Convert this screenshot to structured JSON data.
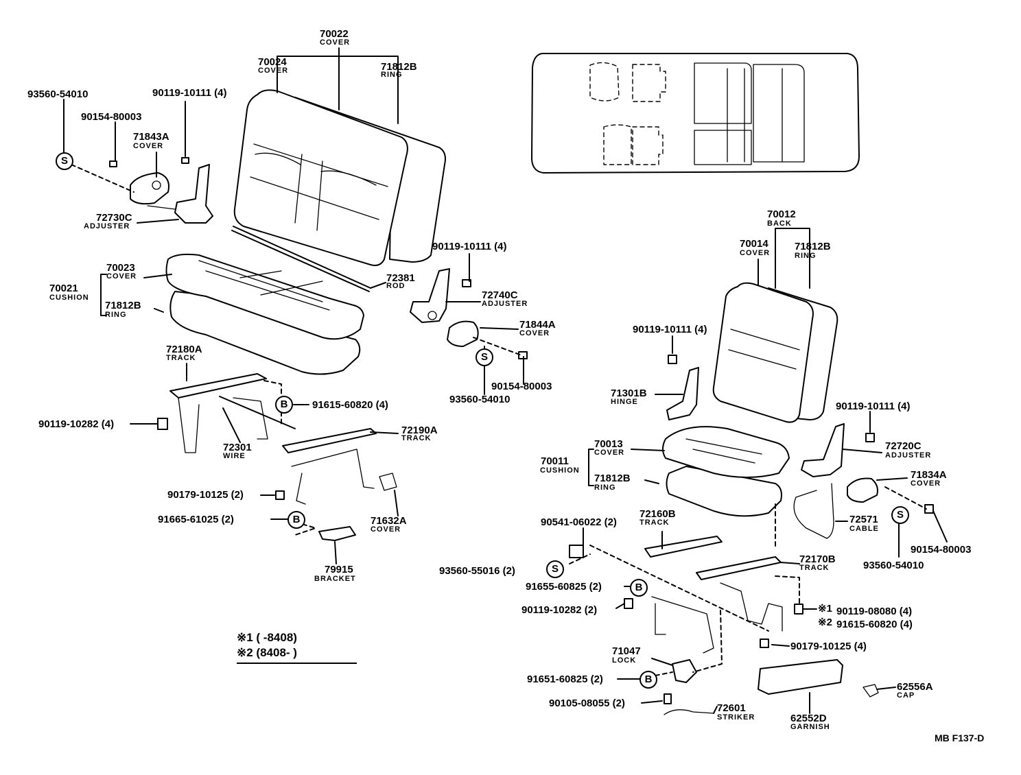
{
  "parts": [
    {
      "key": "p70022",
      "number": "70022",
      "name": "COVER"
    },
    {
      "key": "p70024",
      "number": "70024",
      "name": "COVER"
    },
    {
      "key": "p71812b_1",
      "number": "71812B",
      "name": "RING"
    },
    {
      "key": "p93560_54010_1",
      "number": "93560-54010",
      "name": ""
    },
    {
      "key": "p90154_80003_1",
      "number": "90154-80003",
      "name": ""
    },
    {
      "key": "p90119_10111_1",
      "number": "90119-10111 (4)",
      "name": ""
    },
    {
      "key": "p71843a",
      "number": "71843A",
      "name": "COVER"
    },
    {
      "key": "p72730c",
      "number": "72730C",
      "name": "ADJUSTER"
    },
    {
      "key": "p70023",
      "number": "70023",
      "name": "COVER"
    },
    {
      "key": "p70021",
      "number": "70021",
      "name": "CUSHION"
    },
    {
      "key": "p71812b_2",
      "number": "71812B",
      "name": "RING"
    },
    {
      "key": "p72381",
      "number": "72381",
      "name": "ROD"
    },
    {
      "key": "p90119_10111_2",
      "number": "90119-10111 (4)",
      "name": ""
    },
    {
      "key": "p72740c",
      "number": "72740C",
      "name": "ADJUSTER"
    },
    {
      "key": "p71844a",
      "number": "71844A",
      "name": "COVER"
    },
    {
      "key": "p90154_80003_2",
      "number": "90154-80003",
      "name": ""
    },
    {
      "key": "p93560_54010_2",
      "number": "93560-54010",
      "name": ""
    },
    {
      "key": "p72180a",
      "number": "72180A",
      "name": "TRACK"
    },
    {
      "key": "p91615_60820_1",
      "number": "91615-60820 (4)",
      "name": ""
    },
    {
      "key": "p90119_10282_1",
      "number": "90119-10282 (4)",
      "name": ""
    },
    {
      "key": "p72301",
      "number": "72301",
      "name": "WIRE"
    },
    {
      "key": "p72190a",
      "number": "72190A",
      "name": "TRACK"
    },
    {
      "key": "p90179_10125_1",
      "number": "90179-10125 (2)",
      "name": ""
    },
    {
      "key": "p91665_61025",
      "number": "91665-61025 (2)",
      "name": ""
    },
    {
      "key": "p71632a",
      "number": "71632A",
      "name": "COVER"
    },
    {
      "key": "p79915",
      "number": "79915",
      "name": "BRACKET"
    },
    {
      "key": "p70012",
      "number": "70012",
      "name": "BACK"
    },
    {
      "key": "p70014",
      "number": "70014",
      "name": "COVER"
    },
    {
      "key": "p71812b_3",
      "number": "71812B",
      "name": "RING"
    },
    {
      "key": "p90119_10111_3",
      "number": "90119-10111 (4)",
      "name": ""
    },
    {
      "key": "p71301b",
      "number": "71301B",
      "name": "HINGE"
    },
    {
      "key": "p90119_10111_4",
      "number": "90119-10111 (4)",
      "name": ""
    },
    {
      "key": "p72720c",
      "number": "72720C",
      "name": "ADJUSTER"
    },
    {
      "key": "p70013",
      "number": "70013",
      "name": "COVER"
    },
    {
      "key": "p70011",
      "number": "70011",
      "name": "CUSHION"
    },
    {
      "key": "p71812b_4",
      "number": "71812B",
      "name": "RING"
    },
    {
      "key": "p71834a",
      "number": "71834A",
      "name": "COVER"
    },
    {
      "key": "p72571",
      "number": "72571",
      "name": "CABLE"
    },
    {
      "key": "p90154_80003_3",
      "number": "90154-80003",
      "name": ""
    },
    {
      "key": "p93560_54010_3",
      "number": "93560-54010",
      "name": ""
    },
    {
      "key": "p90541_06022",
      "number": "90541-06022 (2)",
      "name": ""
    },
    {
      "key": "p72160b",
      "number": "72160B",
      "name": "TRACK"
    },
    {
      "key": "p93560_55016",
      "number": "93560-55016 (2)",
      "name": ""
    },
    {
      "key": "p72170b",
      "number": "72170B",
      "name": "TRACK"
    },
    {
      "key": "p91655_60825",
      "number": "91655-60825 (2)",
      "name": ""
    },
    {
      "key": "p90119_10282_2",
      "number": "90119-10282 (2)",
      "name": ""
    },
    {
      "key": "p90119_08080",
      "number": "90119-08080 (4)",
      "name": ""
    },
    {
      "key": "p91615_60820_2",
      "number": "91615-60820 (4)",
      "name": ""
    },
    {
      "key": "p90179_10125_2",
      "number": "90179-10125 (4)",
      "name": ""
    },
    {
      "key": "p71047",
      "number": "71047",
      "name": "LOCK"
    },
    {
      "key": "p91651_60825",
      "number": "91651-60825 (2)",
      "name": ""
    },
    {
      "key": "p62556a",
      "number": "62556A",
      "name": "CAP"
    },
    {
      "key": "p90105_08055",
      "number": "90105-08055 (2)",
      "name": ""
    },
    {
      "key": "p72601",
      "number": "72601",
      "name": "STRIKER"
    },
    {
      "key": "p62552d",
      "number": "62552D",
      "name": "GARNISH"
    }
  ],
  "markers": {
    "s": "S",
    "b": "B",
    "note1": "※1",
    "note2": "※2"
  },
  "notes": {
    "line1": "※1 (     -8408)",
    "line2": "※2 (8408-      )"
  },
  "reference_code": "MB F137-D"
}
